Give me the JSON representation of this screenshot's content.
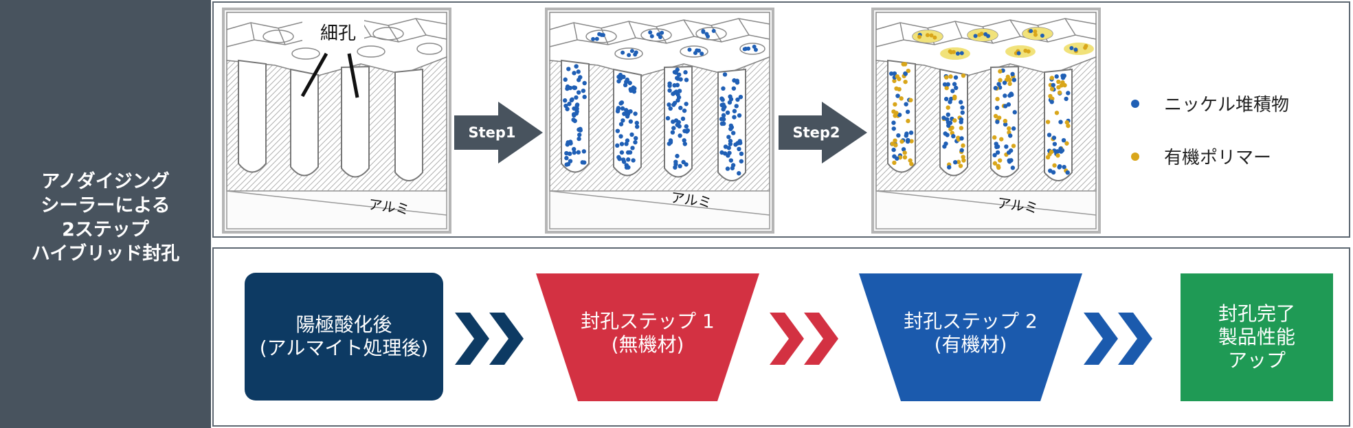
{
  "side": {
    "title_lines": [
      "アノダイジング",
      "シーラーによる",
      "2ステップ",
      "ハイブリッド封孔"
    ]
  },
  "diagram": {
    "pore_label": "細孔",
    "metal_label": "アルミ",
    "step1_label": "Step1",
    "step2_label": "Step2"
  },
  "legend": [
    {
      "label": "ニッケル堆積物",
      "color": "#1f5fb5"
    },
    {
      "label": "有機ポリマー",
      "color": "#d9a61a"
    }
  ],
  "flow": {
    "box1": {
      "lines": [
        "陽極酸化後",
        "(アルマイト処理後)"
      ],
      "color": "#0d3a63"
    },
    "box2": {
      "lines": [
        "封孔ステップ 1",
        "(無機材)"
      ],
      "color": "#d33142"
    },
    "box3": {
      "lines": [
        "封孔ステップ 2",
        "(有機材)"
      ],
      "color": "#1b5aad"
    },
    "box4": {
      "lines": [
        "封孔完了",
        "製品性能",
        "アップ"
      ],
      "color": "#1f9a55"
    },
    "chevron_colors": [
      "#0d3a63",
      "#d33142",
      "#1b5aad"
    ]
  }
}
